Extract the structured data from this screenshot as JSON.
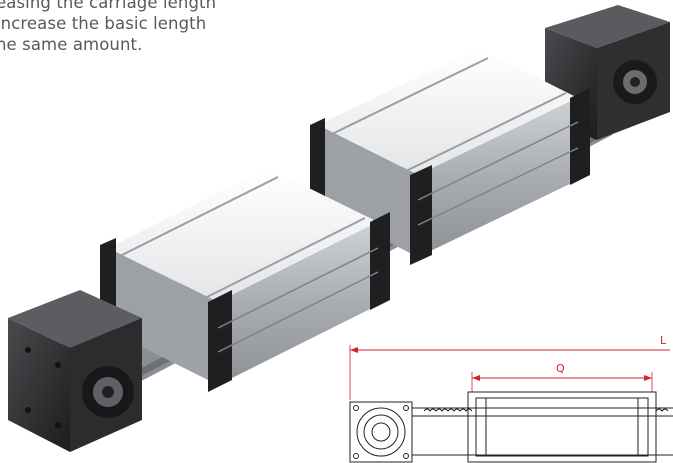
{
  "caption": {
    "lines": [
      "easing the carriage length",
      "increase the basic length",
      "he same amount."
    ]
  },
  "drawing": {
    "dimension_overall": "L",
    "dimension_carriage": "Q",
    "accent_color": "#d3232a"
  },
  "product": {
    "body_color": "#c9ccd0",
    "block_color": "#2a2a2c"
  }
}
